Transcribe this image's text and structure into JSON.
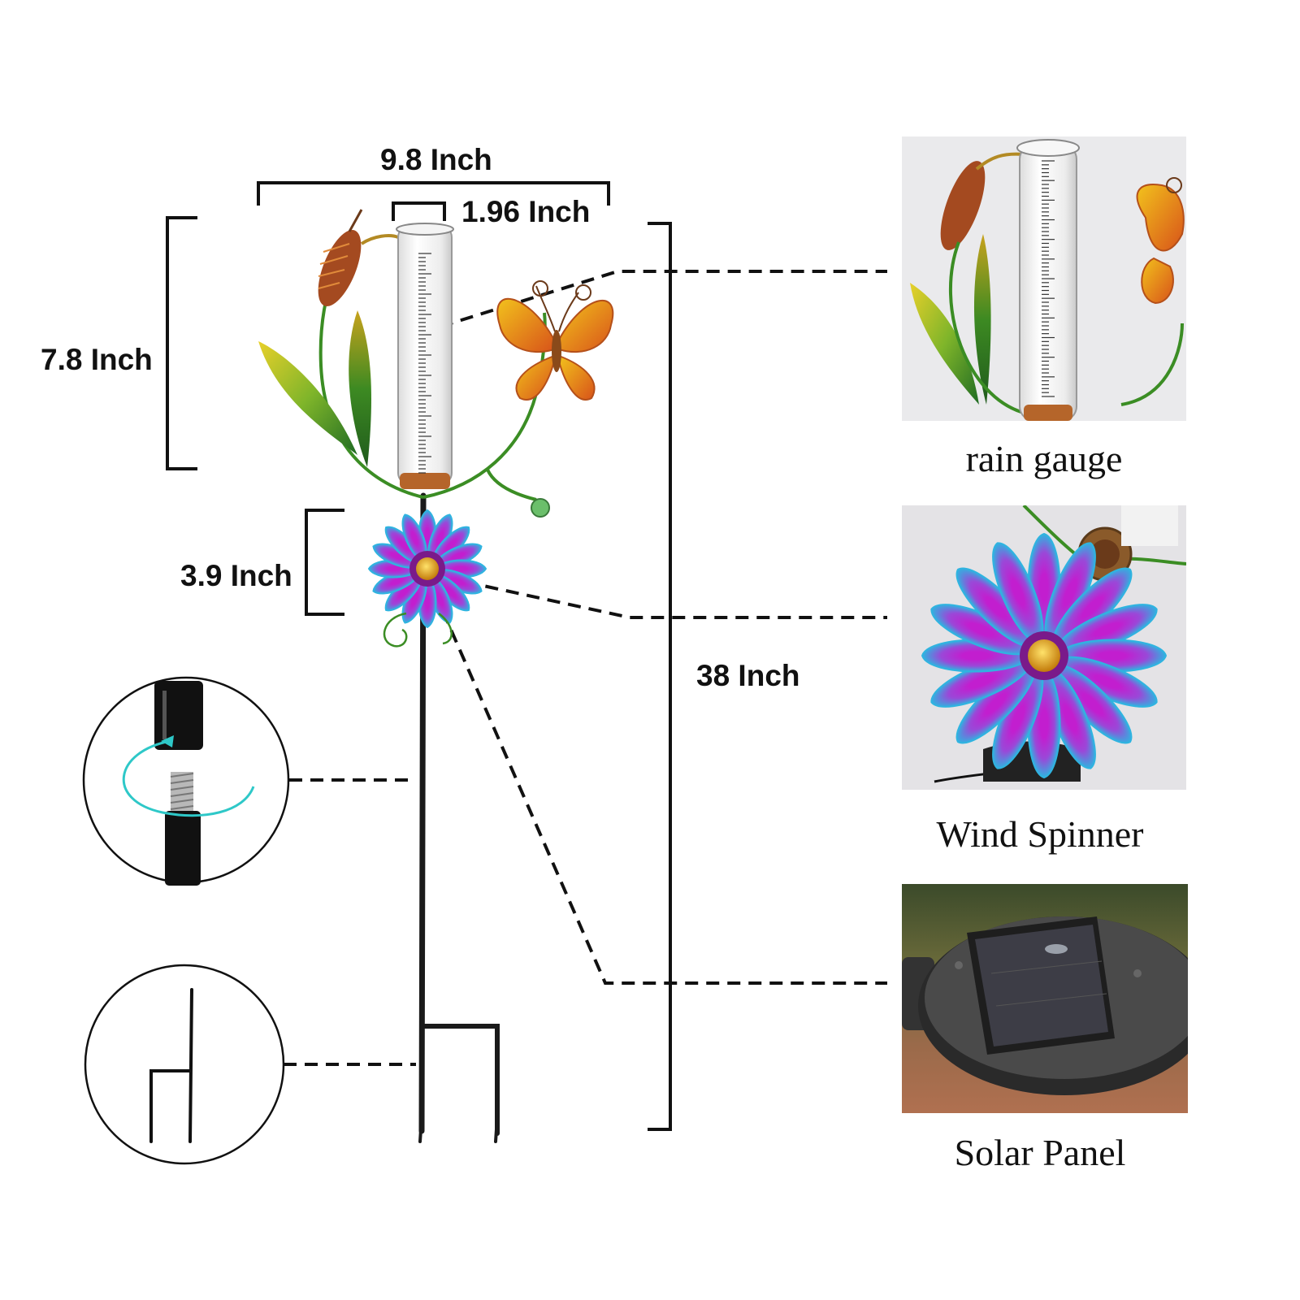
{
  "dimensions": {
    "total_width": "9.8 Inch",
    "tube_width": "1.96 Inch",
    "gauge_height": "7.8 Inch",
    "spinner_height": "3.9 Inch",
    "total_height": "38 Inch"
  },
  "features": [
    {
      "label": "rain gauge",
      "icon": "rain-gauge-photo"
    },
    {
      "label": "Wind Spinner",
      "icon": "wind-spinner-photo"
    },
    {
      "label": "Solar Panel",
      "icon": "solar-panel-photo"
    }
  ],
  "details": [
    {
      "icon": "threaded-connector-detail"
    },
    {
      "icon": "ground-stake-detail"
    }
  ],
  "colors": {
    "stake": "#1a1a1a",
    "petal_blue": "#2fb4e0",
    "petal_magenta": "#c21ecf",
    "leaf_green": "#2f8a2a",
    "copper": "#b5652a",
    "butterfly_orange": "#e8731c"
  }
}
